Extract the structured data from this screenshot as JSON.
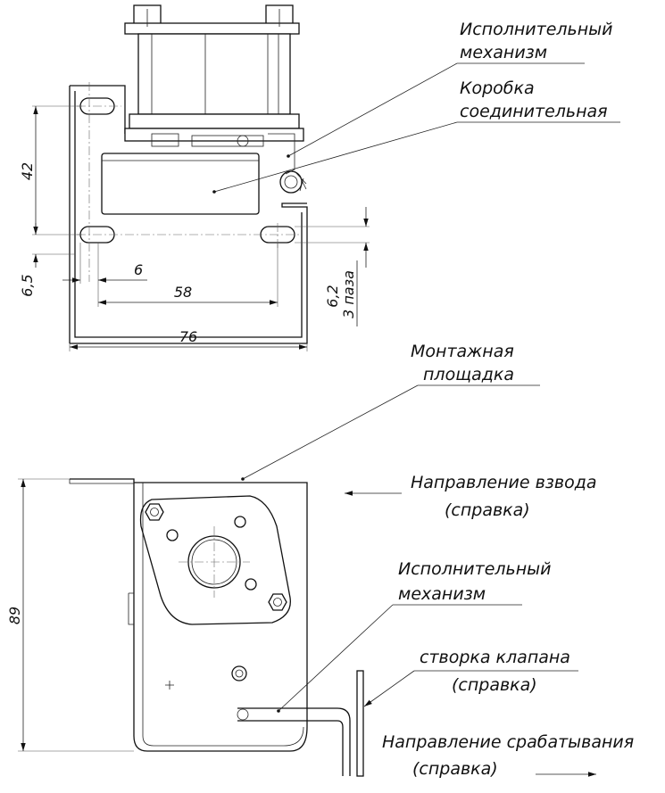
{
  "labels": {
    "actuator_top_1": "Исполнительный",
    "actuator_top_2": "механизм",
    "junction_box_1": "Коробка",
    "junction_box_2": "соединительная",
    "mount_plate_1": "Монтажная",
    "mount_plate_2": "площадка",
    "cocking_dir_1": "Направление взвода",
    "cocking_dir_2": "(справка)",
    "actuator_bottom_1": "Исполнительный",
    "actuator_bottom_2": "механизм",
    "valve_flap_1": "створка клапана",
    "valve_flap_2": "(справка)",
    "trigger_dir_1": "Направление срабатывания",
    "trigger_dir_2": "(справка)"
  },
  "dimensions": {
    "height_42": "42",
    "offset_6_5": "6,5",
    "slot_6": "6",
    "span_58": "58",
    "width_76": "76",
    "slot_6_2": "6,2",
    "slot_count": "3 паза",
    "height_89": "89"
  }
}
